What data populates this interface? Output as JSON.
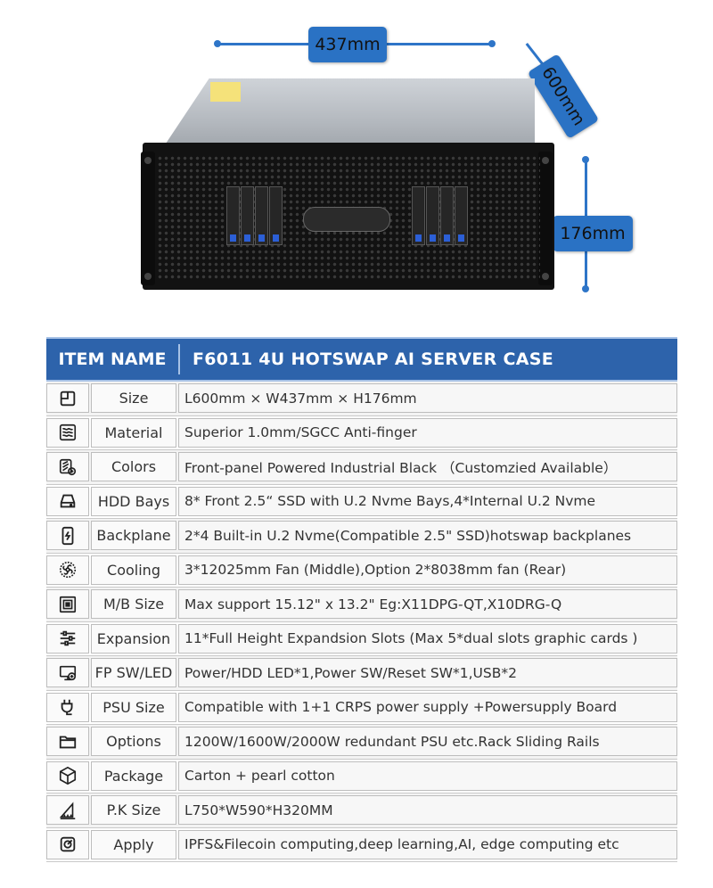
{
  "dimensions": {
    "width_label": "437mm",
    "depth_label": "600mm",
    "height_label": "176mm"
  },
  "colors": {
    "header_blue": "#2d63ab",
    "dimension_blue": "#2a72c4",
    "bay_latch_blue": "#2c5fd6"
  },
  "table": {
    "header_label": "ITEM NAME",
    "header_value": "F6011 4U HOTSWAP AI SERVER CASE",
    "rows": [
      {
        "icon": "size-icon",
        "label": "Size",
        "value": "L600mm × W437mm × H176mm"
      },
      {
        "icon": "material-icon",
        "label": "Material",
        "value": "Superior 1.0mm/SGCC Anti-finger"
      },
      {
        "icon": "colors-icon",
        "label": "Colors",
        "value": "Front-panel Powered Industrial Black （Customzied Available）"
      },
      {
        "icon": "hdd-icon",
        "label": "HDD Bays",
        "value": "8* Front 2.5“ SSD with U.2 Nvme Bays,4*Internal  U.2 Nvme"
      },
      {
        "icon": "backplane-icon",
        "label": "Backplane",
        "value": "2*4 Built-in U.2 Nvme(Compatible 2.5\" SSD)hotswap backplanes"
      },
      {
        "icon": "fan-icon",
        "label": "Cooling",
        "value": "3*12025mm Fan (Middle),Option 2*8038mm fan (Rear)"
      },
      {
        "icon": "motherboard-icon",
        "label": "M/B Size",
        "value": "Max support 15.12\" x 13.2\" Eg:X11DPG-QT,X10DRG-Q"
      },
      {
        "icon": "sliders-icon",
        "label": "Expansion",
        "value": "11*Full Height Expandsion Slots (Max 5*dual slots graphic cards )"
      },
      {
        "icon": "front-panel-icon",
        "label": "FP SW/LED",
        "value": "Power/HDD LED*1,Power SW/Reset SW*1,USB*2"
      },
      {
        "icon": "power-plug-icon",
        "label": "PSU Size",
        "value": "Compatible with 1+1 CRPS power supply +Powersupply Board"
      },
      {
        "icon": "folder-icon",
        "label": "Options",
        "value": "1200W/1600W/2000W redundant PSU etc.Rack Sliding Rails"
      },
      {
        "icon": "package-icon",
        "label": "Package",
        "value": "Carton + pearl cotton"
      },
      {
        "icon": "ruler-triangle-icon",
        "label": "P.K Size",
        "value": "L750*W590*H320MM"
      },
      {
        "icon": "target-icon",
        "label": "Apply",
        "value": "IPFS&Filecoin computing,deep learning,AI, edge computing etc"
      }
    ]
  }
}
